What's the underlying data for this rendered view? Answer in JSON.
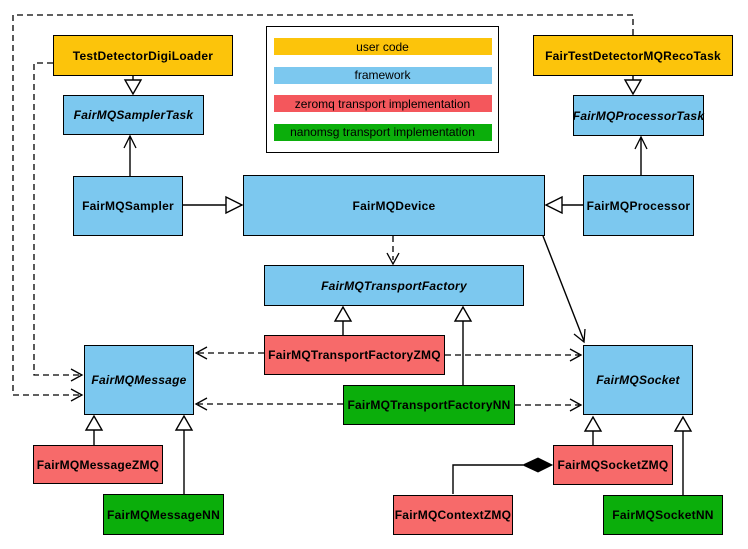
{
  "legend": {
    "items": [
      {
        "id": "user-code",
        "label": "user code",
        "color": "#FCC40B"
      },
      {
        "id": "framework",
        "label": "framework",
        "color": "#7CC8EF"
      },
      {
        "id": "zeromq",
        "label": "zeromq transport implementation",
        "color": "#F4575C"
      },
      {
        "id": "nanomsg",
        "label": "nanomsg transport implementation",
        "color": "#0BAE0B"
      }
    ]
  },
  "colors": {
    "user_code": "#FCC40B",
    "framework": "#7CC8EF",
    "zeromq": "#F76A6A",
    "nanomsg": "#0BAE0B"
  },
  "nodes": {
    "testDetectorDigiLoader": {
      "label": "TestDetectorDigiLoader",
      "category": "user code",
      "abstract": false
    },
    "fairTestDetectorMQRecoTask": {
      "label": "FairTestDetectorMQRecoTask",
      "category": "user code",
      "abstract": false
    },
    "fairMQSamplerTask": {
      "label": "FairMQSamplerTask",
      "category": "framework",
      "abstract": true
    },
    "fairMQProcessorTask": {
      "label": "FairMQProcessorTask",
      "category": "framework",
      "abstract": true
    },
    "fairMQSampler": {
      "label": "FairMQSampler",
      "category": "framework",
      "abstract": false
    },
    "fairMQDevice": {
      "label": "FairMQDevice",
      "category": "framework",
      "abstract": false
    },
    "fairMQProcessor": {
      "label": "FairMQProcessor",
      "category": "framework",
      "abstract": false
    },
    "fairMQTransportFactory": {
      "label": "FairMQTransportFactory",
      "category": "framework",
      "abstract": true
    },
    "fairMQTransportFactoryZMQ": {
      "label": "FairMQTransportFactoryZMQ",
      "category": "zeromq",
      "abstract": false
    },
    "fairMQTransportFactoryNN": {
      "label": "FairMQTransportFactoryNN",
      "category": "nanomsg",
      "abstract": false
    },
    "fairMQMessage": {
      "label": "FairMQMessage",
      "category": "framework",
      "abstract": true
    },
    "fairMQSocket": {
      "label": "FairMQSocket",
      "category": "framework",
      "abstract": true
    },
    "fairMQMessageZMQ": {
      "label": "FairMQMessageZMQ",
      "category": "zeromq",
      "abstract": false
    },
    "fairMQMessageNN": {
      "label": "FairMQMessageNN",
      "category": "nanomsg",
      "abstract": false
    },
    "fairMQContextZMQ": {
      "label": "FairMQContextZMQ",
      "category": "zeromq",
      "abstract": false
    },
    "fairMQSocketZMQ": {
      "label": "FairMQSocketZMQ",
      "category": "zeromq",
      "abstract": false
    },
    "fairMQSocketNN": {
      "label": "FairMQSocketNN",
      "category": "nanomsg",
      "abstract": false
    }
  },
  "edges": [
    {
      "from": "TestDetectorDigiLoader",
      "to": "FairMQSamplerTask",
      "relation": "inheritance"
    },
    {
      "from": "FairMQSampler",
      "to": "FairMQSamplerTask",
      "relation": "association"
    },
    {
      "from": "FairTestDetectorMQRecoTask",
      "to": "FairMQProcessorTask",
      "relation": "inheritance"
    },
    {
      "from": "FairMQProcessor",
      "to": "FairMQProcessorTask",
      "relation": "association"
    },
    {
      "from": "FairMQSampler",
      "to": "FairMQDevice",
      "relation": "inheritance"
    },
    {
      "from": "FairMQProcessor",
      "to": "FairMQDevice",
      "relation": "inheritance"
    },
    {
      "from": "FairMQDevice",
      "to": "FairMQTransportFactory",
      "relation": "dependency"
    },
    {
      "from": "FairMQDevice",
      "to": "FairMQSocket",
      "relation": "association"
    },
    {
      "from": "FairMQTransportFactoryZMQ",
      "to": "FairMQTransportFactory",
      "relation": "inheritance"
    },
    {
      "from": "FairMQTransportFactoryNN",
      "to": "FairMQTransportFactory",
      "relation": "inheritance"
    },
    {
      "from": "FairMQTransportFactoryZMQ",
      "to": "FairMQMessage",
      "relation": "dependency"
    },
    {
      "from": "FairMQTransportFactoryZMQ",
      "to": "FairMQSocket",
      "relation": "dependency"
    },
    {
      "from": "FairMQTransportFactoryNN",
      "to": "FairMQMessage",
      "relation": "dependency"
    },
    {
      "from": "FairMQTransportFactoryNN",
      "to": "FairMQSocket",
      "relation": "dependency"
    },
    {
      "from": "TestDetectorDigiLoader",
      "to": "FairMQMessage",
      "relation": "dependency"
    },
    {
      "from": "FairTestDetectorMQRecoTask",
      "to": "FairMQMessage",
      "relation": "dependency"
    },
    {
      "from": "FairMQMessageZMQ",
      "to": "FairMQMessage",
      "relation": "inheritance"
    },
    {
      "from": "FairMQMessageNN",
      "to": "FairMQMessage",
      "relation": "inheritance"
    },
    {
      "from": "FairMQSocketZMQ",
      "to": "FairMQSocket",
      "relation": "inheritance"
    },
    {
      "from": "FairMQSocketNN",
      "to": "FairMQSocket",
      "relation": "inheritance"
    },
    {
      "from": "FairMQSocketZMQ",
      "to": "FairMQContextZMQ",
      "relation": "composition"
    }
  ]
}
